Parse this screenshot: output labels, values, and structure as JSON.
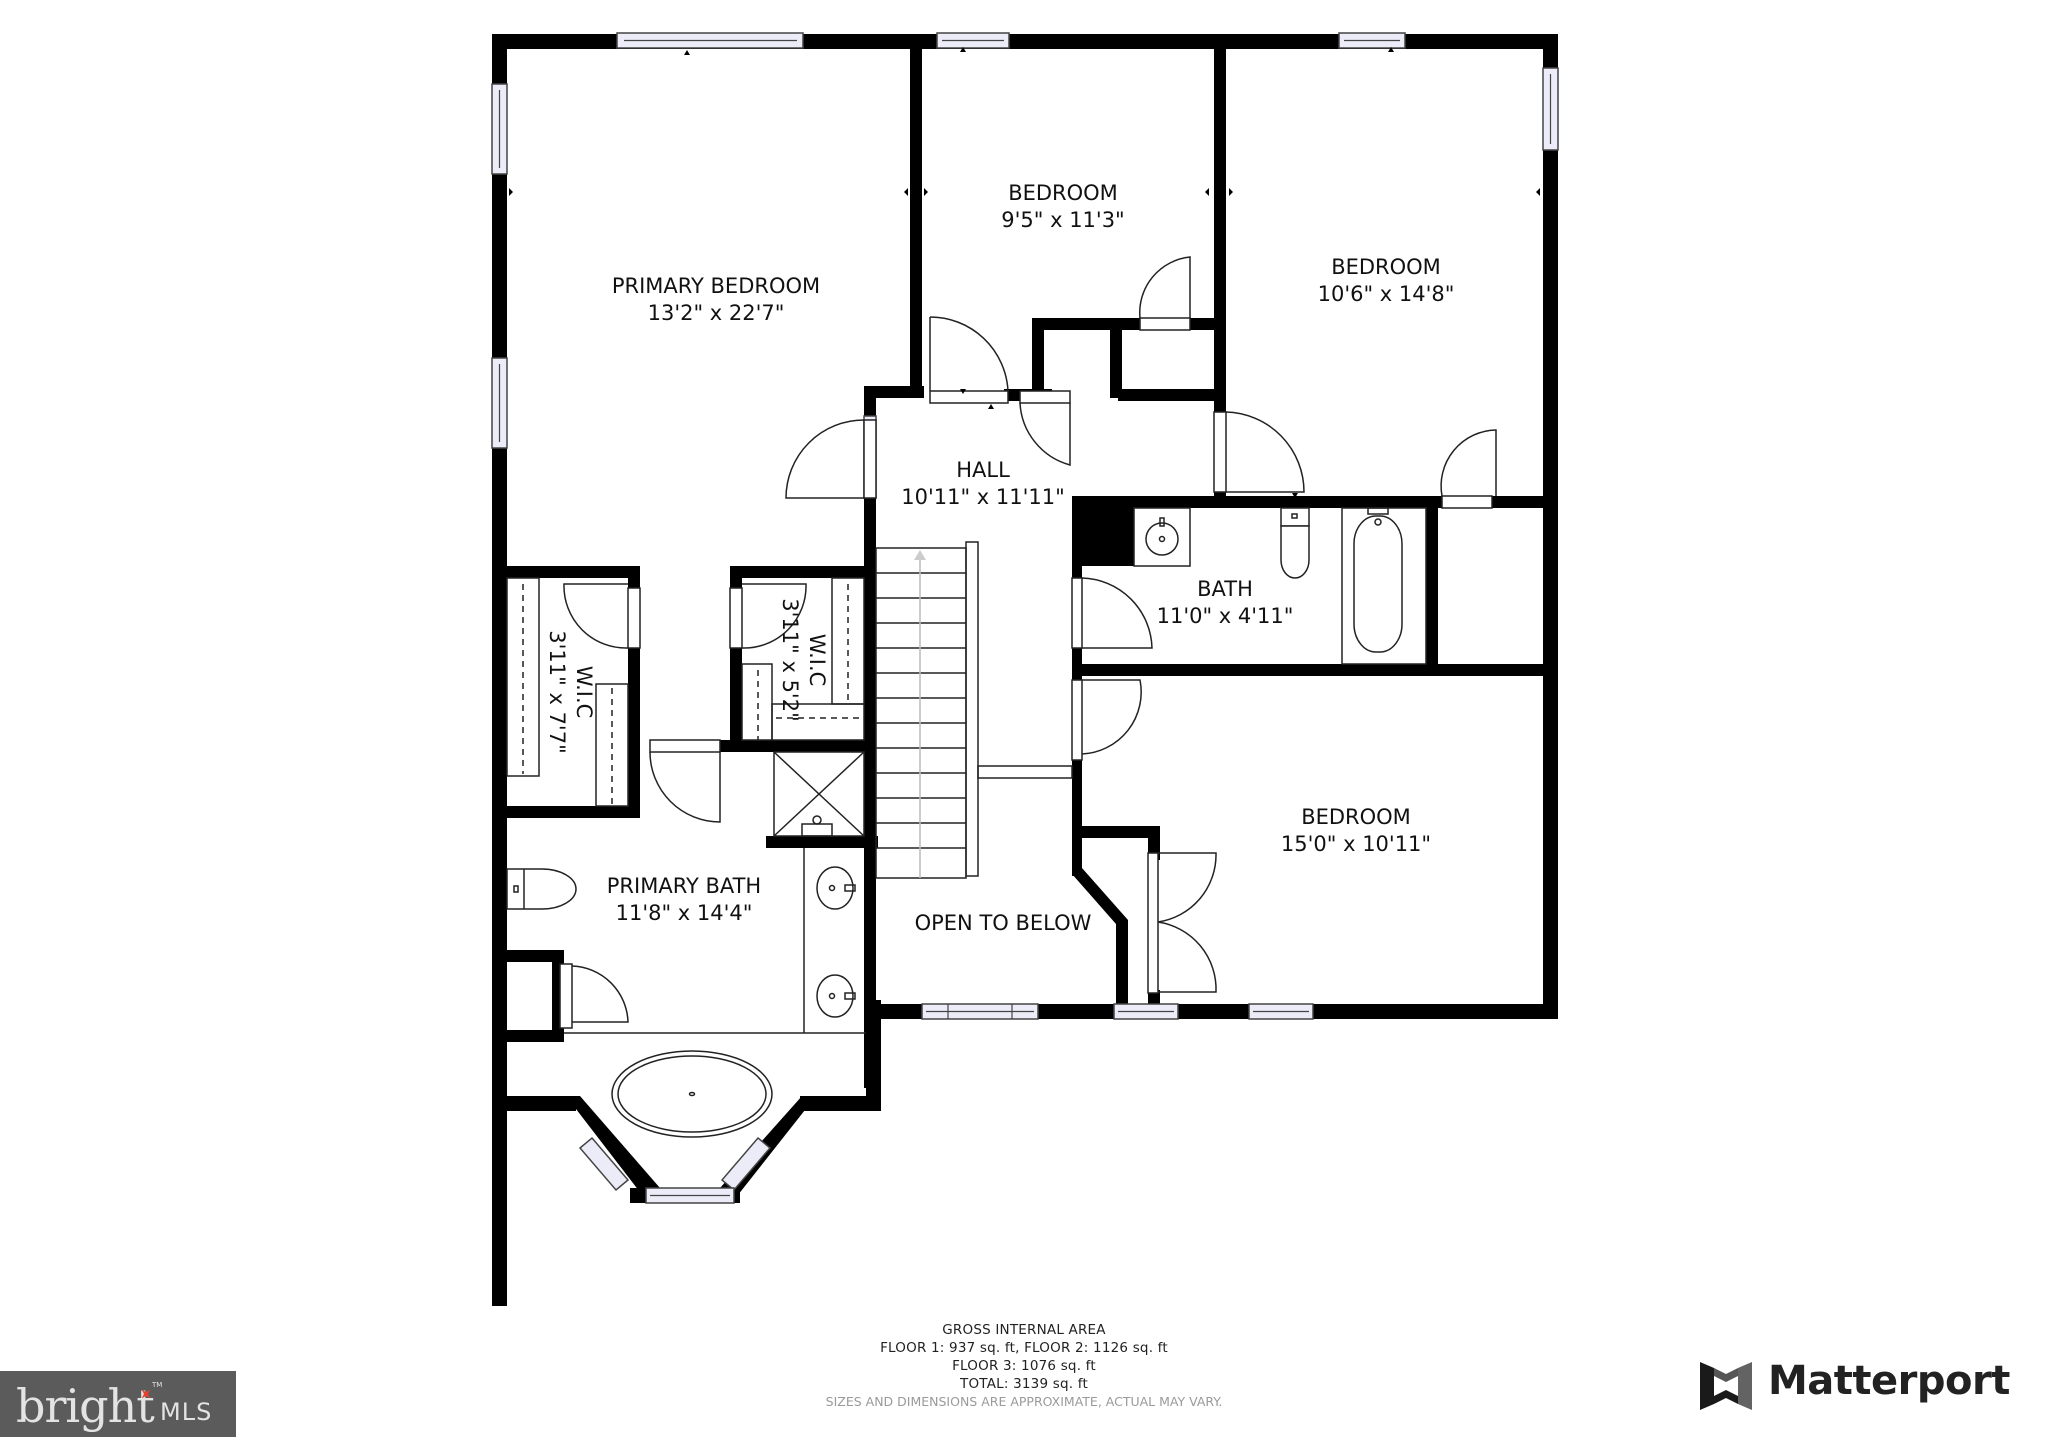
{
  "floor_plan": {
    "rooms": [
      {
        "id": "primary-bedroom",
        "name": "PRIMARY BEDROOM",
        "dimensions": "13'2\" x 22'7\""
      },
      {
        "id": "bedroom-1",
        "name": "BEDROOM",
        "dimensions": "9'5\" x 11'3\""
      },
      {
        "id": "bedroom-2",
        "name": "BEDROOM",
        "dimensions": "10'6\" x 14'8\""
      },
      {
        "id": "hall",
        "name": "HALL",
        "dimensions": "10'11\" x 11'11\""
      },
      {
        "id": "bath",
        "name": "BATH",
        "dimensions": "11'0\" x 4'11\""
      },
      {
        "id": "wic-left",
        "name": "W.I.C",
        "dimensions": "3'11\" x 7'7\""
      },
      {
        "id": "wic-right",
        "name": "W.I.C",
        "dimensions": "3'11\" x 5'2\""
      },
      {
        "id": "primary-bath",
        "name": "PRIMARY BATH",
        "dimensions": "11'8\" x 14'4\""
      },
      {
        "id": "open-to-below",
        "name": "OPEN TO BELOW",
        "dimensions": ""
      },
      {
        "id": "bedroom-3",
        "name": "BEDROOM",
        "dimensions": "15'0\" x 10'11\""
      }
    ],
    "colors": {
      "wall": "#000000",
      "window_glass": "#ececf8",
      "background": "#ffffff"
    }
  },
  "area_summary": {
    "title": "GROSS INTERNAL AREA",
    "line1": "FLOOR 1: 937 sq. ft, FLOOR 2: 1126 sq. ft",
    "line2": "FLOOR 3: 1076 sq. ft",
    "total": "TOTAL: 3139 sq. ft",
    "disclaimer": "SIZES AND DIMENSIONS ARE APPROXIMATE, ACTUAL MAY VARY."
  },
  "logos": {
    "bright": {
      "word": "bright",
      "suffix": "MLS",
      "tm": "TM",
      "bg": "#5b5b5b",
      "accent": "#e4412d"
    },
    "matterport": {
      "word": "Matterport"
    }
  }
}
